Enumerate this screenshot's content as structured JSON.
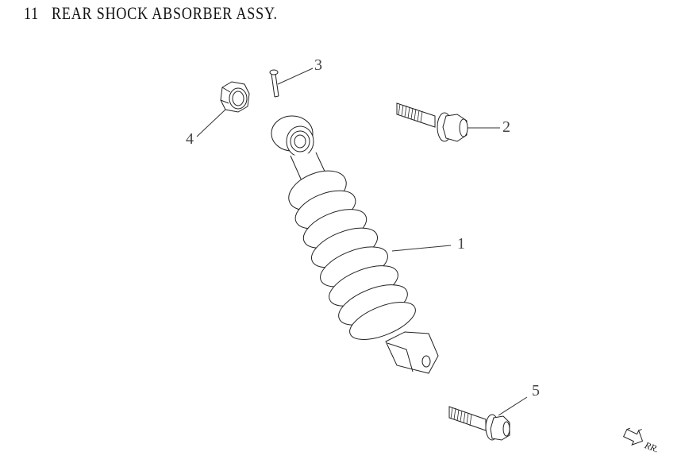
{
  "title": {
    "number": "11",
    "text": "REAR SHOCK ABSORBER ASSY.",
    "full": "11   REAR SHOCK ABSORBER ASSY."
  },
  "callouts": [
    {
      "id": "1",
      "label": "1",
      "part": "rear-shock-absorber"
    },
    {
      "id": "2",
      "label": "2",
      "part": "flange-bolt-upper"
    },
    {
      "id": "3",
      "label": "3",
      "part": "cotter-pin"
    },
    {
      "id": "4",
      "label": "4",
      "part": "nut"
    },
    {
      "id": "5",
      "label": "5",
      "part": "flange-bolt-lower"
    }
  ],
  "direction_indicator": {
    "label": "RR.",
    "icon": "arrow-icon"
  },
  "colors": {
    "line": "#222222",
    "leader": "#333333",
    "background": "#ffffff"
  }
}
